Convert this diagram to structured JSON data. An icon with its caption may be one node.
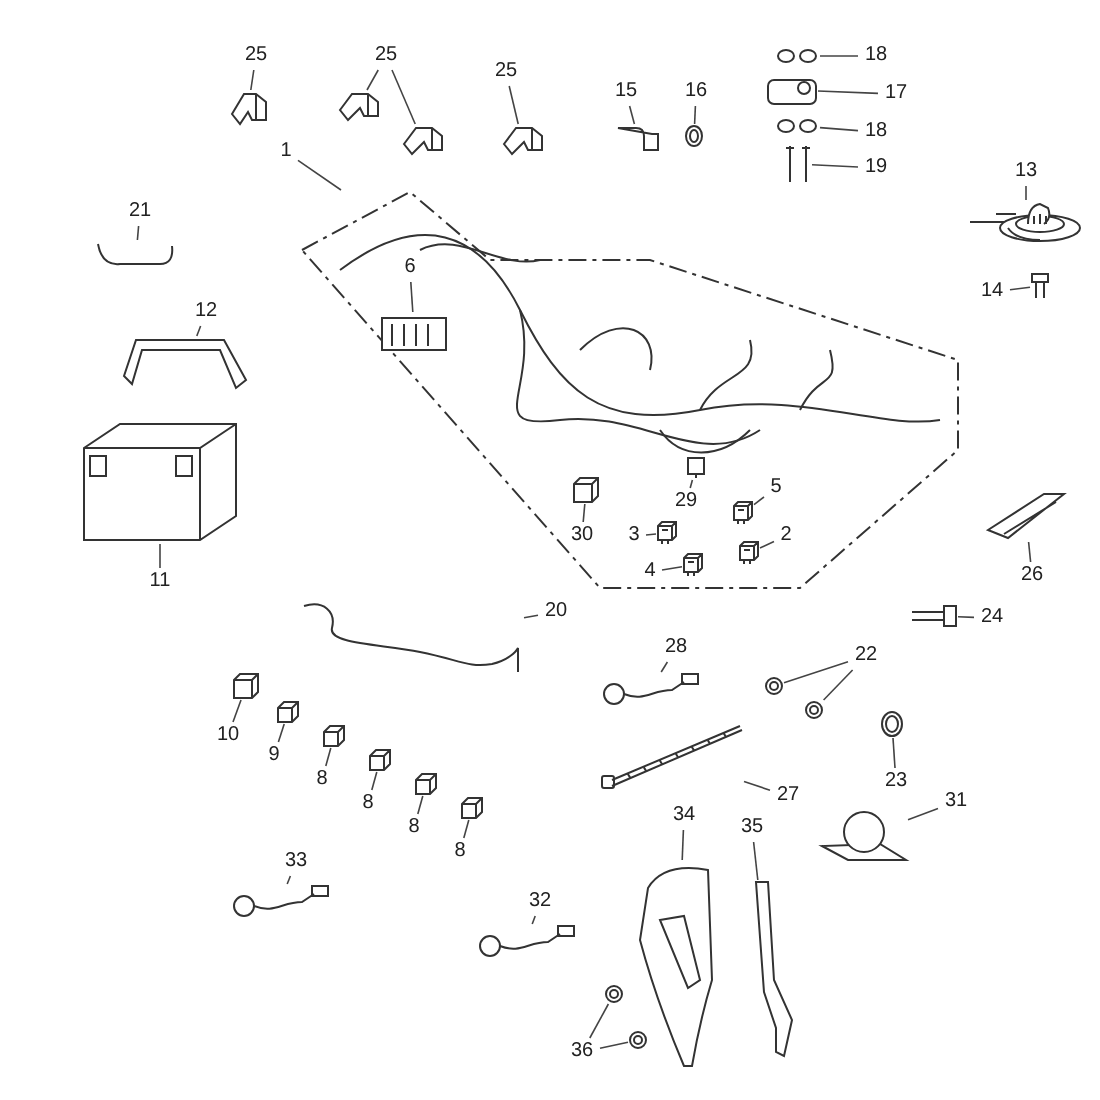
{
  "diagram": {
    "nodes": [
      {
        "text": [
          "25"
        ]
      },
      {
        "text": [],
        "shape": "picture"
      },
      {
        "text": [
          "25"
        ]
      },
      {
        "text": [],
        "shape": "picture"
      },
      {
        "text": [],
        "shape": "picture"
      },
      {
        "text": [
          "25"
        ]
      },
      {
        "text": [],
        "shape": "picture"
      },
      {
        "text": [
          "1"
        ]
      },
      {
        "text": [],
        "shape": "picture"
      },
      {
        "text": [
          "15"
        ]
      },
      {
        "text": [],
        "shape": "picture"
      },
      {
        "text": [
          "16"
        ]
      },
      {
        "text": [],
        "shape": "picture"
      },
      {
        "text": [
          "18"
        ]
      },
      {
        "text": [],
        "shape": "picture"
      },
      {
        "text": [
          "17"
        ]
      },
      {
        "text": [],
        "shape": "picture"
      },
      {
        "text": [
          "18"
        ]
      },
      {
        "text": [],
        "shape": "picture"
      },
      {
        "text": [
          "19"
        ]
      },
      {
        "text": [],
        "shape": "picture"
      },
      {
        "text": [
          "13"
        ]
      },
      {
        "text": [],
        "shape": "picture"
      },
      {
        "text": [
          "14"
        ]
      },
      {
        "text": [],
        "shape": "picture"
      },
      {
        "text": [
          "21"
        ]
      },
      {
        "text": [],
        "shape": "picture"
      },
      {
        "text": [
          "6"
        ],
        "in": 8
      },
      {
        "text": [],
        "shape": "picture",
        "in": 8
      },
      {
        "text": [
          "12"
        ]
      },
      {
        "text": [],
        "shape": "picture"
      },
      {
        "text": [
          "11"
        ]
      },
      {
        "text": [],
        "shape": "picture"
      },
      {
        "text": [
          "30"
        ],
        "in": 8
      },
      {
        "text": [],
        "shape": "picture",
        "in": 8
      },
      {
        "text": [
          "29"
        ],
        "in": 8
      },
      {
        "text": [],
        "shape": "picture",
        "in": 8
      },
      {
        "text": [
          "5"
        ],
        "in": 8
      },
      {
        "text": [],
        "shape": "picture",
        "in": 8
      },
      {
        "text": [
          "2"
        ],
        "in": 8
      },
      {
        "text": [],
        "shape": "picture",
        "in": 8
      },
      {
        "text": [
          "3"
        ],
        "in": 8
      },
      {
        "text": [],
        "shape": "picture",
        "in": 8
      },
      {
        "text": [
          "4"
        ],
        "in": 8
      },
      {
        "text": [],
        "shape": "picture",
        "in": 8
      },
      {
        "text": [
          "24"
        ]
      },
      {
        "text": [],
        "shape": "picture"
      },
      {
        "text": [
          "26"
        ]
      },
      {
        "text": [],
        "shape": "picture"
      },
      {
        "text": [
          "20"
        ]
      },
      {
        "text": [],
        "shape": "picture"
      },
      {
        "text": [
          "10"
        ]
      },
      {
        "text": [],
        "shape": "picture"
      },
      {
        "text": [
          "9"
        ]
      },
      {
        "text": [],
        "shape": "picture"
      },
      {
        "text": [
          "8"
        ]
      },
      {
        "text": [],
        "shape": "picture"
      },
      {
        "text": [
          "8"
        ]
      },
      {
        "text": [],
        "shape": "picture"
      },
      {
        "text": [
          "8"
        ]
      },
      {
        "text": [],
        "shape": "picture"
      },
      {
        "text": [
          "8"
        ]
      },
      {
        "text": [],
        "shape": "picture"
      },
      {
        "text": [
          "28"
        ]
      },
      {
        "text": [],
        "shape": "picture"
      },
      {
        "text": [
          "22"
        ]
      },
      {
        "text": [],
        "shape": "picture"
      },
      {
        "text": [],
        "shape": "picture"
      },
      {
        "text": [
          "23"
        ]
      },
      {
        "text": [],
        "shape": "picture"
      },
      {
        "text": [
          "27"
        ]
      },
      {
        "text": [],
        "shape": "picture"
      },
      {
        "text": [
          "31"
        ]
      },
      {
        "text": [],
        "shape": "picture"
      },
      {
        "text": [
          "33"
        ]
      },
      {
        "text": [],
        "shape": "picture"
      },
      {
        "text": [
          "34"
        ]
      },
      {
        "text": [],
        "shape": "picture"
      },
      {
        "text": [
          "35"
        ]
      },
      {
        "text": [],
        "shape": "picture"
      },
      {
        "text": [
          "32"
        ]
      },
      {
        "text": [],
        "shape": "picture"
      },
      {
        "text": [
          "36"
        ]
      },
      {
        "text": [],
        "shape": "picture"
      },
      {
        "text": [],
        "shape": "picture"
      }
    ],
    "edges": [
      {
        "from": 0,
        "to": 1,
        "arrow": "none"
      },
      {
        "from": 2,
        "to": 3,
        "arrow": "none"
      },
      {
        "from": 2,
        "to": 4,
        "arrow": "none"
      },
      {
        "from": 5,
        "to": 6,
        "arrow": "none"
      },
      {
        "from": 7,
        "to": 8,
        "arrow": "none"
      },
      {
        "from": 9,
        "to": 10,
        "arrow": "none"
      },
      {
        "from": 11,
        "to": 12,
        "arrow": "none"
      },
      {
        "from": 13,
        "to": 14,
        "arrow": "none"
      },
      {
        "from": 15,
        "to": 16,
        "arrow": "none"
      },
      {
        "from": 17,
        "to": 18,
        "arrow": "none"
      },
      {
        "from": 19,
        "to": 20,
        "arrow": "none"
      },
      {
        "from": 21,
        "to": 22,
        "arrow": "none"
      },
      {
        "from": 23,
        "to": 24,
        "arrow": "none"
      },
      {
        "from": 25,
        "to": 26,
        "arrow": "none"
      },
      {
        "from": 27,
        "to": 28,
        "arrow": "none"
      },
      {
        "from": 29,
        "to": 30,
        "arrow": "none"
      },
      {
        "from": 31,
        "to": 32,
        "arrow": "none"
      },
      {
        "from": 33,
        "to": 34,
        "arrow": "none"
      },
      {
        "from": 35,
        "to": 36,
        "arrow": "none"
      },
      {
        "from": 37,
        "to": 38,
        "arrow": "none"
      },
      {
        "from": 39,
        "to": 40,
        "arrow": "none"
      },
      {
        "from": 41,
        "to": 42,
        "arrow": "none"
      },
      {
        "from": 43,
        "to": 44,
        "arrow": "none"
      },
      {
        "from": 45,
        "to": 46,
        "arrow": "none"
      },
      {
        "from": 47,
        "to": 48,
        "arrow": "none"
      },
      {
        "from": 49,
        "to": 50,
        "arrow": "none"
      },
      {
        "from": 51,
        "to": 52,
        "arrow": "none"
      },
      {
        "from": 53,
        "to": 54,
        "arrow": "none"
      },
      {
        "from": 55,
        "to": 56,
        "arrow": "none"
      },
      {
        "from": 57,
        "to": 58,
        "arrow": "none"
      },
      {
        "from": 59,
        "to": 60,
        "arrow": "none"
      },
      {
        "from": 61,
        "to": 62,
        "arrow": "none"
      },
      {
        "from": 63,
        "to": 64,
        "arrow": "none"
      },
      {
        "from": 65,
        "to": 66,
        "arrow": "none"
      },
      {
        "from": 65,
        "to": 67,
        "arrow": "none"
      },
      {
        "from": 68,
        "to": 69,
        "arrow": "none"
      },
      {
        "from": 70,
        "to": 71,
        "arrow": "none"
      },
      {
        "from": 72,
        "to": 73,
        "arrow": "none"
      },
      {
        "from": 74,
        "to": 75,
        "arrow": "none"
      },
      {
        "from": 76,
        "to": 77,
        "arrow": "none"
      },
      {
        "from": 78,
        "to": 79,
        "arrow": "none"
      },
      {
        "from": 80,
        "to": 81,
        "arrow": "none"
      },
      {
        "from": 82,
        "to": 83,
        "arrow": "none"
      },
      {
        "from": 82,
        "to": 84,
        "arrow": "none"
      }
    ]
  }
}
